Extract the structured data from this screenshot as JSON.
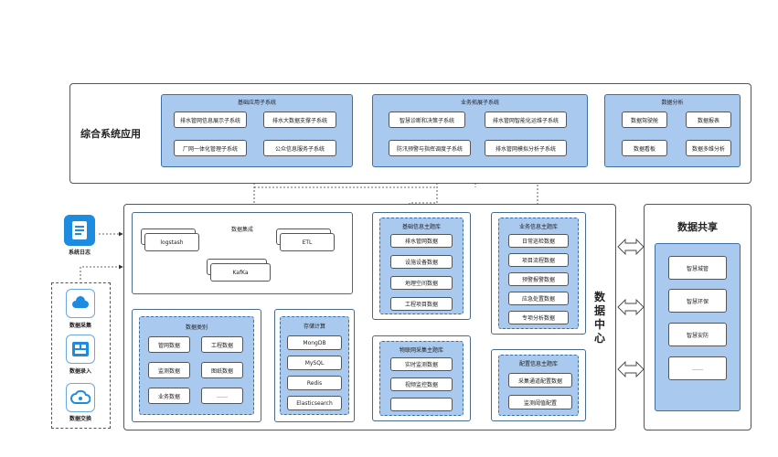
{
  "top": {
    "title": "综合系统应用",
    "basic_apps": {
      "title": "基础应用子系统",
      "items": [
        "排水管网信息展示子系统",
        "排水大数据支撑子系统",
        "厂网一体化管理子系统",
        "公众信息服务子系统"
      ]
    },
    "business_apps": {
      "title": "业务拓展子系统",
      "items": [
        "智慧诊断和决策子系统",
        "排水管网智能化运维子系统",
        "防汛预警与指挥调度子系统",
        "排水管网模拟分析子系统"
      ]
    },
    "analysis": {
      "title": "数据分析",
      "items": [
        "数据驾驶舱",
        "数据报表",
        "数据看板",
        "数据多维分析"
      ]
    }
  },
  "left_sources": {
    "system_log": "系统日志",
    "collect": "数据采集",
    "input": "数据录入",
    "exchange": "数据交换"
  },
  "center": {
    "label": "数据中心",
    "integration": {
      "title": "数据集成",
      "logstash": "logstash",
      "etl": "ETL",
      "kafka": "KafKa"
    },
    "categories": {
      "title": "数据类别",
      "items": [
        "管网数据",
        "工程数据",
        "监测数据",
        "图纸数据",
        "业务数据",
        "……"
      ]
    },
    "storage": {
      "title": "存储计算",
      "items": [
        "MongDB",
        "MySQL",
        "Redis",
        "Elasticsearch"
      ]
    },
    "basic_theme": {
      "title": "基础信息主题库",
      "items": [
        "排水管网数据",
        "设施设备数据",
        "地理空间数据",
        "工程项目数据"
      ]
    },
    "iot_theme": {
      "title": "物联网采集主题库",
      "items": [
        "实时监测数据",
        "视频监控数据",
        ""
      ]
    },
    "business_theme": {
      "title": "业务信息主题库",
      "items": [
        "日常巡检数据",
        "项目流程数据",
        "预警报警数据",
        "应急处置数据",
        "专项分析数据"
      ]
    },
    "config_theme": {
      "title": "配置信息主题库",
      "items": [
        "采集通道配置数据",
        "监测阈值配置"
      ]
    }
  },
  "share": {
    "title": "数据共享",
    "items": [
      "智慧城管",
      "智慧环保",
      "智慧安防",
      "……"
    ]
  },
  "colors": {
    "panel_blue": "#a9c9ef",
    "icon_blue": "#1d8ce0",
    "border": "#3f6fa0"
  }
}
